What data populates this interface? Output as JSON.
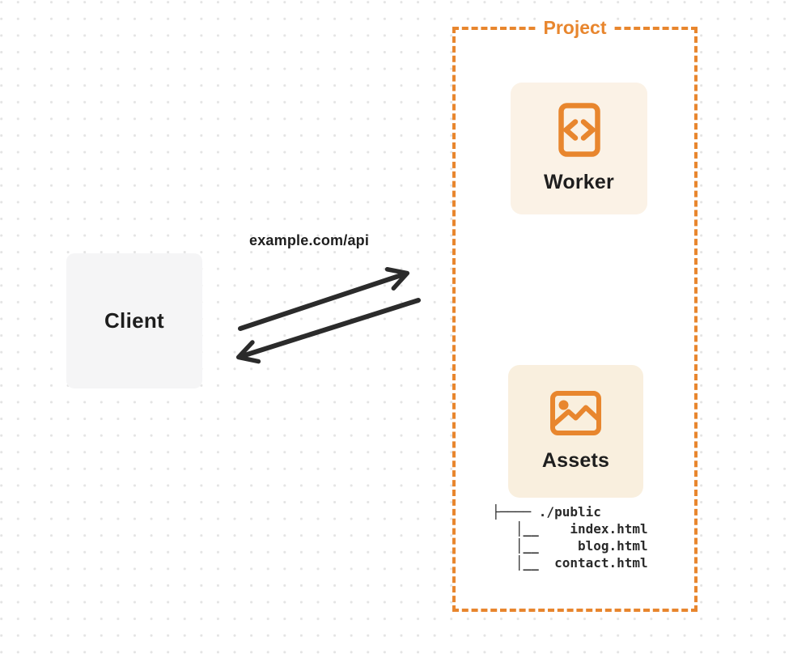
{
  "colors": {
    "accent-orange": "#e8862e",
    "card-bg-worker": "#fbf2e6",
    "card-bg-assets": "#f9efde",
    "client-bg": "#f5f5f6",
    "arrow-color": "#2b2b2b",
    "text-dark": "#1e1e1e",
    "dot-color": "#e4e4e4"
  },
  "client": {
    "label": "Client"
  },
  "request": {
    "url": "example.com/api"
  },
  "project": {
    "label": "Project",
    "worker": {
      "label": "Worker",
      "icon": "code-icon"
    },
    "assets": {
      "label": "Assets",
      "icon": "image-icon"
    },
    "tree": {
      "lines": [
        "├──── ./public",
        "   │__    index.html",
        "   │__     blog.html",
        "   │__  contact.html"
      ]
    }
  }
}
